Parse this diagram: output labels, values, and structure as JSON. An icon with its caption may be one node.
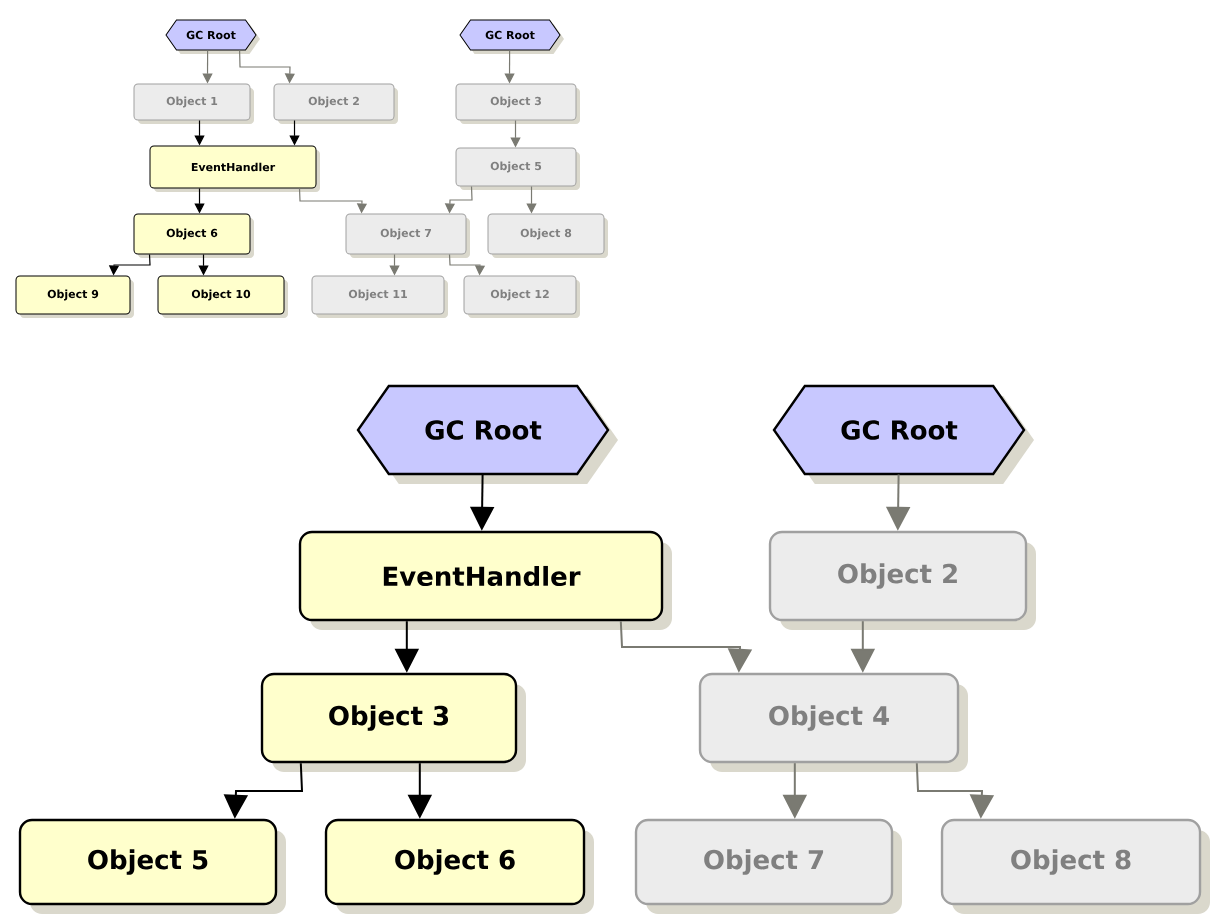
{
  "diagram": {
    "nodes": [
      {
        "text": [
          "GC Root"
        ]
      },
      {
        "text": [
          "GC Root"
        ]
      },
      {
        "text": [
          "Object 1"
        ]
      },
      {
        "text": [
          "Object 2"
        ]
      },
      {
        "text": [
          "Object 3"
        ]
      },
      {
        "text": [
          "EventHandler"
        ]
      },
      {
        "text": [
          "Object 5"
        ]
      },
      {
        "text": [
          "Object 6"
        ]
      },
      {
        "text": [
          "Object 7"
        ]
      },
      {
        "text": [
          "Object 8"
        ]
      },
      {
        "text": [
          "Object 9"
        ]
      },
      {
        "text": [
          "Object 10"
        ]
      },
      {
        "text": [
          "Object 11"
        ]
      },
      {
        "text": [
          "Object 12"
        ]
      },
      {
        "text": [
          "GC Root"
        ]
      },
      {
        "text": [
          "GC Root"
        ]
      },
      {
        "text": [
          "EventHandler"
        ]
      },
      {
        "text": [
          "Object 2"
        ]
      },
      {
        "text": [
          "Object 3"
        ]
      },
      {
        "text": [
          "Object 4"
        ]
      },
      {
        "text": [
          "Object 5"
        ]
      },
      {
        "text": [
          "Object 6"
        ]
      },
      {
        "text": [
          "Object 7"
        ]
      },
      {
        "text": [
          "Object 8"
        ]
      }
    ],
    "edges": [
      {
        "from": 0,
        "to": 2,
        "arrow": "to"
      },
      {
        "from": 0,
        "to": 3,
        "arrow": "to"
      },
      {
        "from": 2,
        "to": 5,
        "arrow": "to",
        "color": "#000000"
      },
      {
        "from": 3,
        "to": 5,
        "arrow": "to",
        "color": "#000000"
      },
      {
        "from": 1,
        "to": 4,
        "arrow": "to"
      },
      {
        "from": 4,
        "to": 6,
        "arrow": "to"
      },
      {
        "from": 5,
        "to": 7,
        "arrow": "to",
        "color": "#000000"
      },
      {
        "from": 5,
        "to": 8,
        "arrow": "to"
      },
      {
        "from": 6,
        "to": 8,
        "arrow": "to"
      },
      {
        "from": 6,
        "to": 9,
        "arrow": "to"
      },
      {
        "from": 7,
        "to": 10,
        "arrow": "to",
        "color": "#000000"
      },
      {
        "from": 7,
        "to": 11,
        "arrow": "to",
        "color": "#000000"
      },
      {
        "from": 8,
        "to": 12,
        "arrow": "to"
      },
      {
        "from": 8,
        "to": 13,
        "arrow": "to"
      },
      {
        "from": 14,
        "to": 16,
        "arrow": "to",
        "color": "#000000"
      },
      {
        "from": 15,
        "to": 17,
        "arrow": "to"
      },
      {
        "from": 16,
        "to": 18,
        "arrow": "to",
        "color": "#000000"
      },
      {
        "from": 16,
        "to": 19,
        "arrow": "to"
      },
      {
        "from": 17,
        "to": 19,
        "arrow": "to"
      },
      {
        "from": 18,
        "to": 20,
        "arrow": "to",
        "color": "#000000"
      },
      {
        "from": 18,
        "to": 21,
        "arrow": "to",
        "color": "#000000"
      },
      {
        "from": 19,
        "to": 22,
        "arrow": "to"
      },
      {
        "from": 19,
        "to": 23,
        "arrow": "to"
      }
    ]
  }
}
